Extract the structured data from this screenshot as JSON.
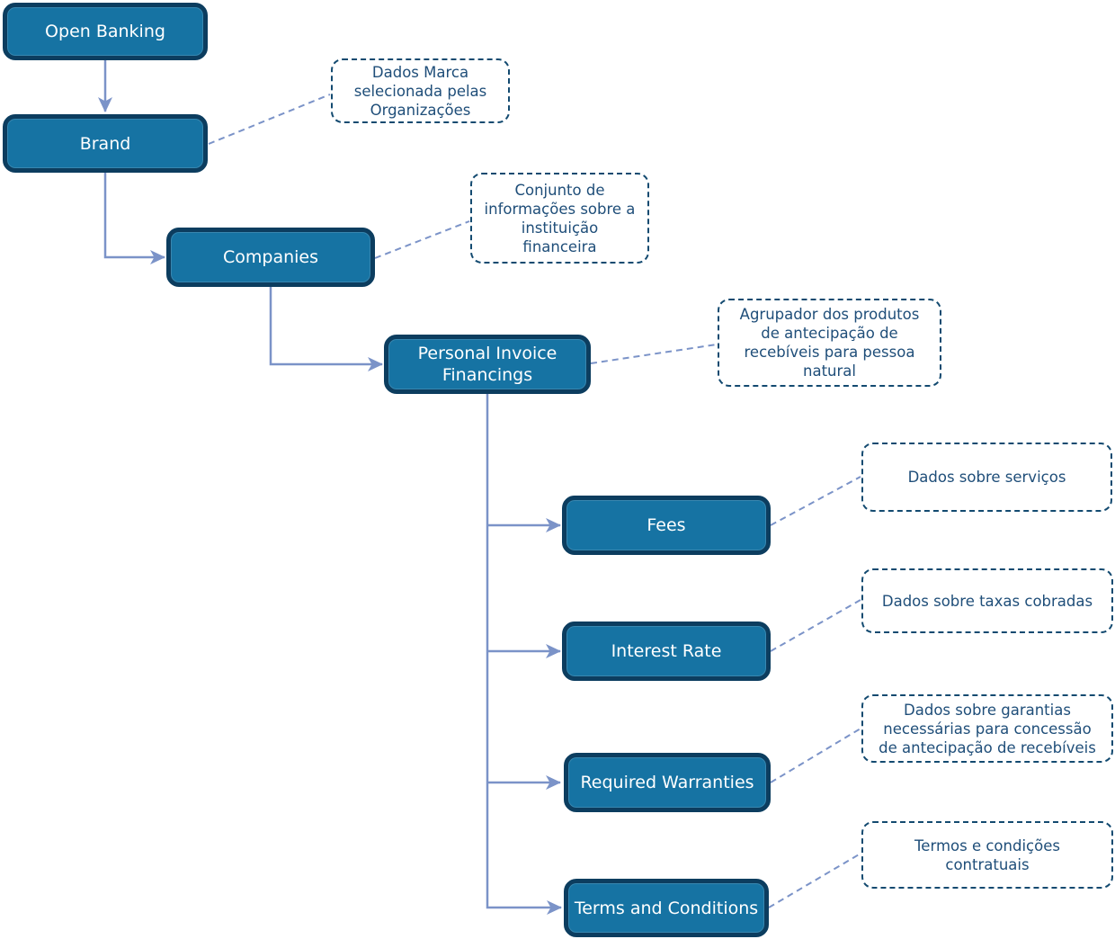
{
  "nodes": [
    {
      "id": "open-banking",
      "label": "Open Banking"
    },
    {
      "id": "brand",
      "label": "Brand"
    },
    {
      "id": "companies",
      "label": "Companies"
    },
    {
      "id": "personal-invoice-financings",
      "label": "Personal Invoice\nFinancings"
    },
    {
      "id": "fees",
      "label": "Fees"
    },
    {
      "id": "interest-rate",
      "label": "Interest Rate"
    },
    {
      "id": "required-warranties",
      "label": "Required Warranties"
    },
    {
      "id": "terms-and-conditions",
      "label": "Terms and Conditions"
    }
  ],
  "annotations": [
    {
      "for": "brand",
      "text": "Dados Marca\nselecionada pelas\nOrganizações"
    },
    {
      "for": "companies",
      "text": "Conjunto de\ninformações sobre a\ninstituição\nfinanceira"
    },
    {
      "for": "personal-invoice-financings",
      "text": "Agrupador dos produtos\nde antecipação de\nrecebíveis para pessoa\nnatural"
    },
    {
      "for": "fees",
      "text": "Dados sobre serviços"
    },
    {
      "for": "interest-rate",
      "text": "Dados sobre taxas cobradas"
    },
    {
      "for": "required-warranties",
      "text": "Dados sobre garantias\nnecessárias para concessão\nde antecipação de recebíveis"
    },
    {
      "for": "terms-and-conditions",
      "text": "Termos e condições\ncontratuais"
    }
  ],
  "colors": {
    "node_fill": "#1673A3",
    "node_border": "#0C3D5F",
    "node_text": "#FFFFFF",
    "annotation_border": "#134A70",
    "annotation_text": "#1F4E79",
    "connector": "#7B93C8"
  }
}
